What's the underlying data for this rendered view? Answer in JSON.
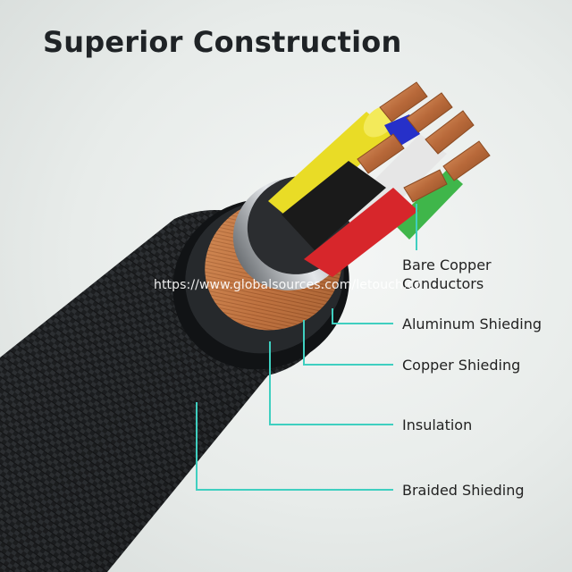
{
  "title": "Superior Construction",
  "watermark": "https://www.globalsources.com/letouch.co",
  "labels": {
    "bare_copper": [
      "Bare Copper",
      "Conductors"
    ],
    "aluminum": "Aluminum Shieding",
    "copper": "Copper Shieding",
    "insulation": "Insulation",
    "braided": "Braided Shieding"
  },
  "colors": {
    "leader_line": "#3fcfc0",
    "jacket": "#1b1d1f",
    "wire_yellow": "#e9dc26",
    "wire_red": "#d7262b",
    "wire_black": "#1a1a1a",
    "wire_white": "#e6e6e6",
    "wire_blue": "#2630c9",
    "wire_green": "#3fb64a",
    "copper": "#c97a45"
  }
}
